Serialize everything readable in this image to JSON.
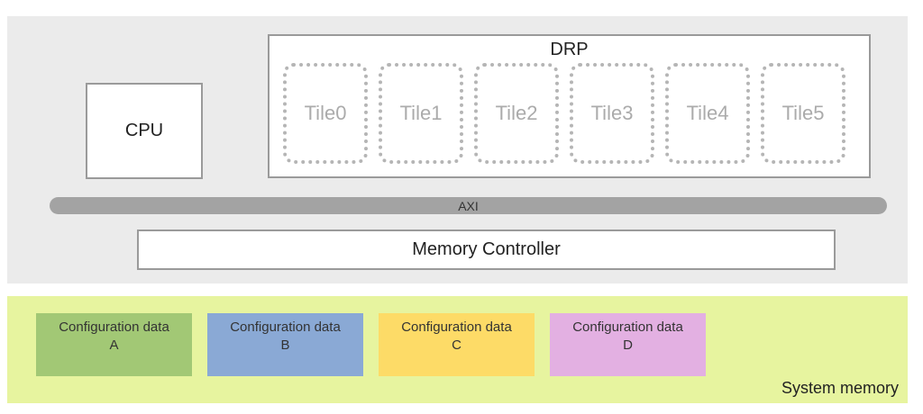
{
  "cpu": {
    "label": "CPU"
  },
  "drp": {
    "label": "DRP",
    "tiles": [
      "Tile0",
      "Tile1",
      "Tile2",
      "Tile3",
      "Tile4",
      "Tile5"
    ]
  },
  "bus": {
    "label": "AXI"
  },
  "memory_controller": {
    "label": "Memory Controller"
  },
  "system_memory": {
    "label": "System memory",
    "blocks": [
      {
        "title": "Configuration data",
        "letter": "A",
        "color": "#a2c875"
      },
      {
        "title": "Configuration data",
        "letter": "B",
        "color": "#8aa9d5"
      },
      {
        "title": "Configuration data",
        "letter": "C",
        "color": "#fddb67"
      },
      {
        "title": "Configuration data",
        "letter": "D",
        "color": "#e3b0e2"
      }
    ]
  },
  "colors": {
    "soc_background": "#ebebeb",
    "system_memory_background": "#e7f49f",
    "bus": "#a3a3a3",
    "border": "#9a9a9a"
  }
}
